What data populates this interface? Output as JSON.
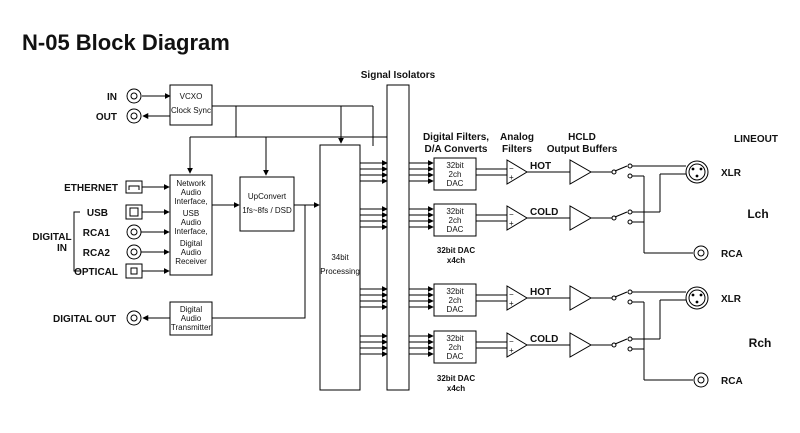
{
  "title": "N-05 Block Diagram",
  "labels": {
    "in": "IN",
    "out": "OUT",
    "ethernet": "ETHERNET",
    "usb": "USB",
    "rca1": "RCA1",
    "rca2": "RCA2",
    "optical": "OPTICAL",
    "digital": "DIGITAL",
    "digital_in_sub": "IN",
    "digital_out": "DIGITAL OUT",
    "signal_isolators": "Signal Isolators",
    "df_line1": "Digital Filters,",
    "df_line2": "D/A Converts",
    "af_line1": "Analog",
    "af_line2": "Filters",
    "hcld_line1": "HCLD",
    "hcld_line2": "Output Buffers",
    "lineout": "LINEOUT",
    "lch": "Lch",
    "rch": "Rch",
    "xlr": "XLR",
    "rca": "RCA",
    "hot": "HOT",
    "cold": "COLD",
    "dac_note_line1": "32bit DAC",
    "dac_note_line2": "x4ch"
  },
  "blocks": {
    "vcxo": [
      "VCXO",
      "Clock Sync"
    ],
    "network": [
      "Network",
      "Audio",
      "Interface,",
      "USB",
      "Audio",
      "Interface,",
      "Digital",
      "Audio",
      "Receiver"
    ],
    "upconvert": [
      "UpConvert",
      "1fs~8fs / DSD"
    ],
    "processing": [
      "34bit",
      "Processing"
    ],
    "transmitter": [
      "Digital",
      "Audio",
      "Transmitter"
    ],
    "dac": [
      "32bit",
      "2ch",
      "DAC"
    ]
  },
  "colors": {
    "line": "#000000",
    "fill": "#ffffff"
  }
}
